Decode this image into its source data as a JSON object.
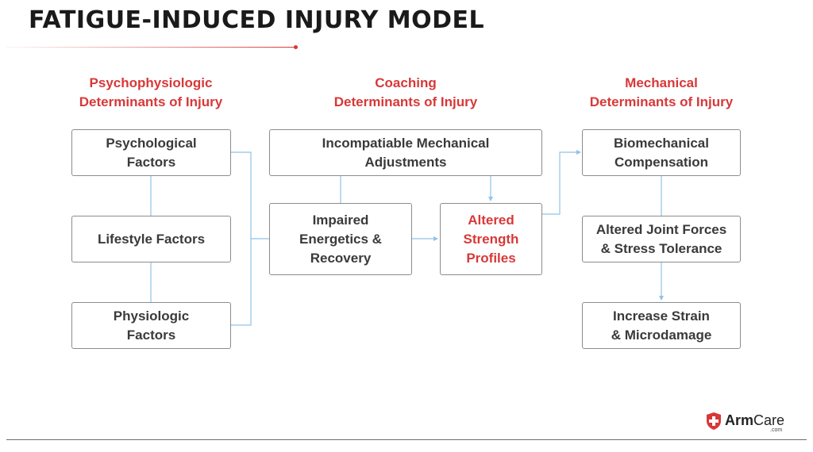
{
  "title": "FATIGUE-INDUCED INJURY MODEL",
  "headers": {
    "psycho": "Psychophysiologic\nDeterminants of Injury",
    "coaching": "Coaching\nDeterminants of Injury",
    "mechanical": "Mechanical\nDeterminants of Injury"
  },
  "boxes": {
    "psychological": "Psychological\nFactors",
    "lifestyle": "Lifestyle Factors",
    "physiologic": "Physiologic\nFactors",
    "incompatible": "Incompatiable Mechanical\nAdjustments",
    "impaired": "Impaired\nEnergetics & \nRecovery",
    "altered_strength": "Altered\nStrength\nProfiles",
    "biomechanical": "Biomechanical\nCompensation",
    "joint_forces": "Altered Joint Forces\n& Stress Tolerance",
    "strain": "Increase Strain\n& Microdamage"
  },
  "logo": {
    "brand_bold": "Arm",
    "brand_light": "Care",
    "domain": ".com"
  },
  "colors": {
    "accent": "#d83838",
    "connector": "#8fc3e6",
    "box_border": "#8c8c8c",
    "text": "#3a3a3a"
  }
}
